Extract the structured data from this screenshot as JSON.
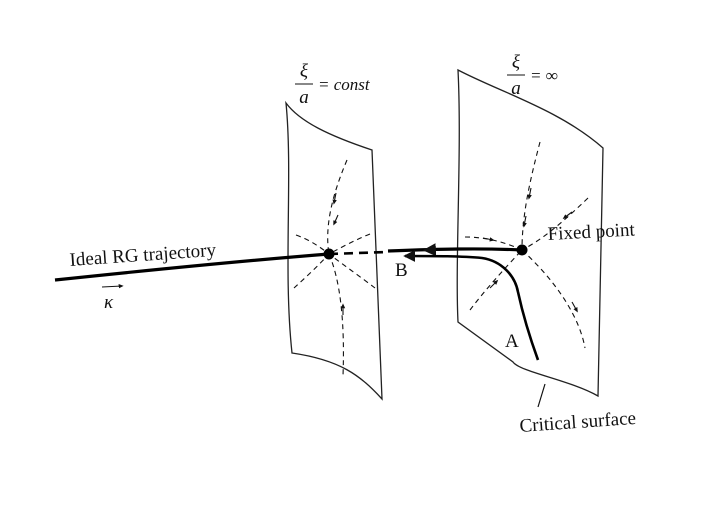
{
  "diagram": {
    "labels": {
      "trajectory": "Ideal RG trajectory",
      "kappa": "κ",
      "fixed_point": "Fixed point",
      "critical_surface": "Critical surface",
      "point_a": "A",
      "point_b": "B"
    },
    "left_plane_eq": {
      "numerator": "ξ",
      "denominator": "a",
      "rhs": "= const"
    },
    "right_plane_eq": {
      "numerator": "ξ",
      "denominator": "a",
      "rhs": "= ∞"
    }
  }
}
